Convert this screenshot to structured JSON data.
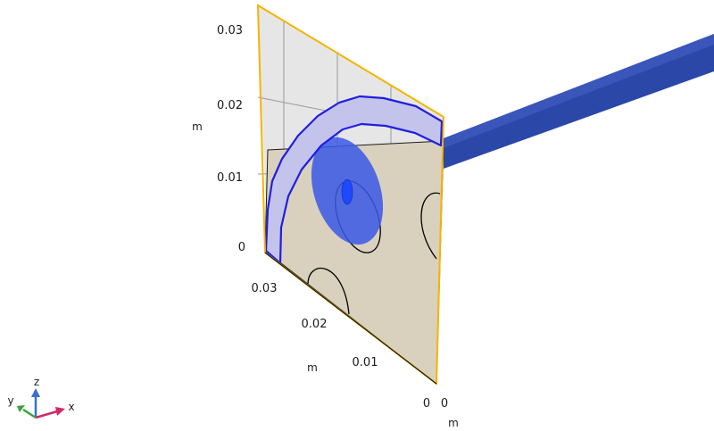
{
  "scene": {
    "z_ticks": [
      "0",
      "0.01",
      "0.02",
      "0.03"
    ],
    "z_unit": "m",
    "y_ticks": [
      "0.03",
      "0.02",
      "0.01",
      "0"
    ],
    "y_unit": "m",
    "x_tick_zero": "0",
    "x_unit": "m"
  },
  "triad": {
    "x": "x",
    "y": "y",
    "z": "z"
  },
  "colors": {
    "selection_outline": "#f5b400",
    "domain_fill": "#d8d0bd",
    "back_plane": "#e8e8e8",
    "highlight_blue": "#1f1fe0",
    "highlight_fill": "#c4c3ec",
    "coil_blue": "#2b47a8",
    "ellipse_blue": "#3a58e6"
  }
}
